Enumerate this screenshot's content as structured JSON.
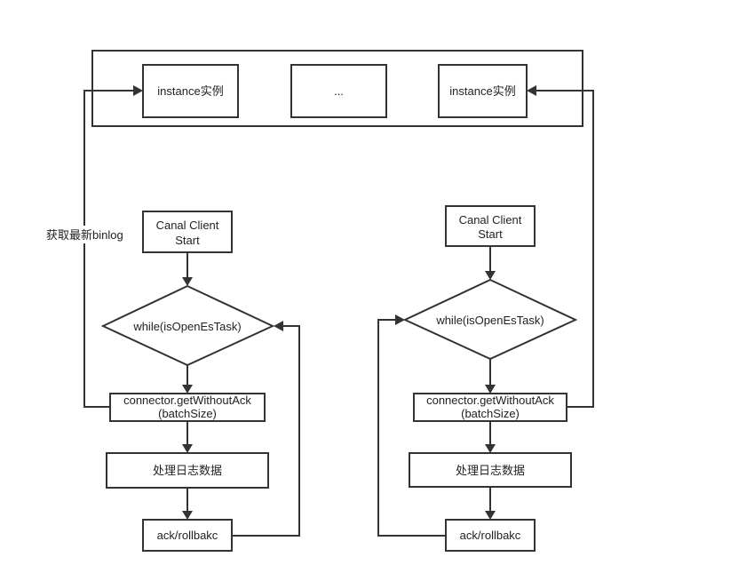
{
  "top": {
    "instance_left": "instance实例",
    "ellipsis": "...",
    "instance_right": "instance实例"
  },
  "edge_label": "获取最新binlog",
  "left_flow": {
    "start_line1": "Canal Client",
    "start_line2": "Start",
    "loop_condition": "while(isOpenEsTask)",
    "get_line1": "connector.getWithoutAck",
    "get_line2": "(batchSize)",
    "process": "处理日志数据",
    "ack": "ack/rollbakc"
  },
  "right_flow": {
    "start_line1": "Canal Client",
    "start_line2": "Start",
    "loop_condition": "while(isOpenEsTask)",
    "get_line1": "connector.getWithoutAck",
    "get_line2": "(batchSize)",
    "process": "处理日志数据",
    "ack": "ack/rollbakc"
  }
}
